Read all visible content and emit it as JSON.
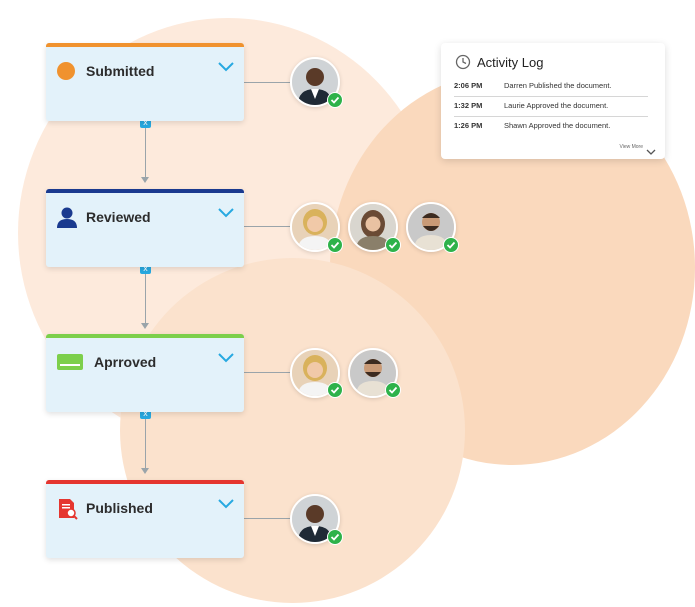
{
  "workflow": {
    "steps": [
      {
        "label": "Submitted",
        "accent": "#f0922e"
      },
      {
        "label": "Reviewed",
        "accent": "#1a3a8f"
      },
      {
        "label": "Aprroved",
        "accent": "#7ccf4b"
      },
      {
        "label": "Published",
        "accent": "#e5362f"
      }
    ],
    "connector_badge": "x"
  },
  "activity_log": {
    "title": "Activity Log",
    "entries": [
      {
        "time": "2:06 PM",
        "message": "Darren Published the document."
      },
      {
        "time": "1:32 PM",
        "message": "Laurie Approved the document."
      },
      {
        "time": "1:26 PM",
        "message": "Shawn Approved the document."
      }
    ],
    "view_more": "View More"
  },
  "colors": {
    "card_bg": "#e3f2fa",
    "chevron": "#27a9e1",
    "check": "#2eb24a"
  }
}
